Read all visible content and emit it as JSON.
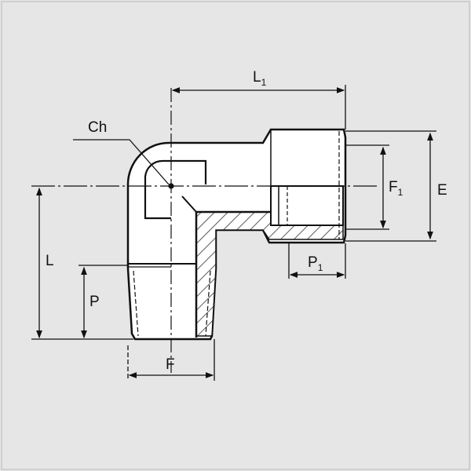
{
  "title": "90° elbow fitting, male thread × female thread",
  "labels": {
    "L1": {
      "main": "L",
      "sub": "1"
    },
    "Ch": "Ch",
    "F1": {
      "main": "F",
      "sub": "1"
    },
    "E": "E",
    "L": "L",
    "P": "P",
    "P1": {
      "main": "P",
      "sub": "1"
    },
    "F": "F"
  },
  "colors": {
    "background": "#e6e6e6",
    "body": "#ffffff",
    "line": "#111111"
  }
}
